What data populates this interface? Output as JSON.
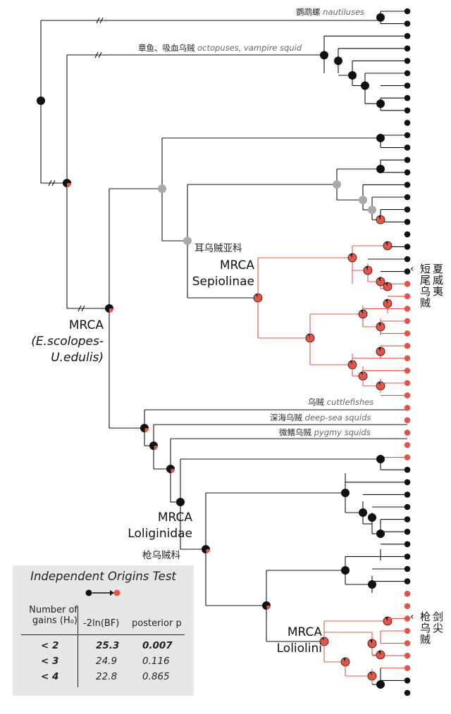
{
  "clade_labels": {
    "nautiluses_cn": "鹦鹉螺",
    "nautiluses_en": "nautiluses",
    "octopuses_cn": "章鱼、吸血乌贼",
    "octopuses_en": "octopuses, vampire squid",
    "cuttlefish_cn": "乌贼",
    "cuttlefish_en": "cuttlefishes",
    "deepsea_cn": "深海乌贼",
    "deepsea_en": "deep-sea squids",
    "pygmy_cn": "微鳍乌贼",
    "pygmy_en": "pygmy squids",
    "sepiolinae_family": "耳乌贼亚科",
    "loliginidae_family": "枪乌贼科"
  },
  "mrca_labels": {
    "root_line1": "MRCA",
    "root_line2": "(E.scolopes-",
    "root_line3": "U.edulis)",
    "sepiolinae_line1": "MRCA",
    "sepiolinae_line2": "Sepiolinae",
    "loliginidae_line1": "MRCA",
    "loliginidae_line2": "Loliginidae",
    "loliolini_line1": "MRCA",
    "loliolini_line2": "Loliolini"
  },
  "side_labels": {
    "bobtail_chars": [
      "短",
      "夏",
      "尾",
      "威",
      "乌",
      "夷",
      "贼"
    ],
    "spearsquid_chars": [
      "枪",
      "剑",
      "乌",
      "尖",
      "贼"
    ]
  },
  "test_panel": {
    "title": "Independent Origins Test",
    "col1_line1": "Number of",
    "col1_line2": "gains (H₀)",
    "col2": "-2ln(BF)",
    "col3": "posterior p",
    "rows": [
      {
        "gains": "< 2",
        "bf": "25.3",
        "p": "0.007"
      },
      {
        "gains": "< 3",
        "bf": "24.9",
        "p": "0.116"
      },
      {
        "gains": "< 4",
        "bf": "22.8",
        "p": "0.865"
      }
    ]
  },
  "colors": {
    "black": "#111111",
    "red": "#e2564a",
    "grey": "#a9a9a9",
    "panel_bg": "#e6e6e6"
  },
  "tips": {
    "count": 56,
    "red_ranges": [
      [
        22,
        36
      ],
      [
        47,
        53
      ]
    ]
  }
}
